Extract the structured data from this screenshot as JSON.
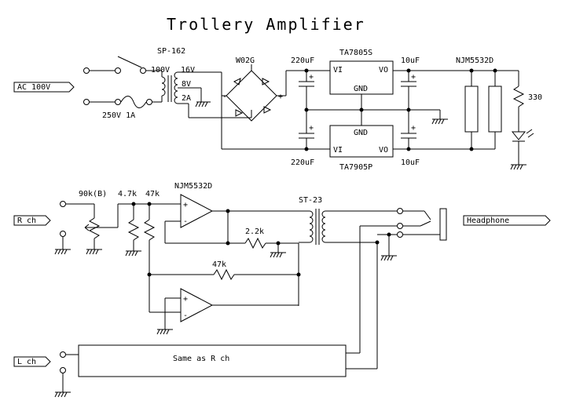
{
  "title": "Trollery Amplifier",
  "power": {
    "input_label": "AC 100V",
    "transformer": "SP-162",
    "tap_100v": "100V",
    "tap_16v": "16V",
    "tap_8v": "8V",
    "tap_2a": "2A",
    "fuse": "250V 1A",
    "bridge": "W02G",
    "cap_in_top": "220uF",
    "cap_in_bottom": "220uF",
    "cap_out_top": "10uF",
    "cap_out_bottom": "10uF",
    "reg_pos": "TA7805S",
    "reg_neg": "TA7905P",
    "pin_vi": "VI",
    "pin_vo": "VO",
    "pin_gnd": "GND",
    "opamp_name": "NJM5532D",
    "led_resistor": "330"
  },
  "amp": {
    "r_input_label": "R ch",
    "l_input_label": "L ch",
    "pot": "90k(B)",
    "r1": "4.7k",
    "r2": "47k",
    "opamp": "NJM5532D",
    "transformer": "ST-23",
    "feedback_r": "2.2k",
    "r3": "47k",
    "output_label": "Headphone",
    "same_as": "Same as R ch"
  }
}
